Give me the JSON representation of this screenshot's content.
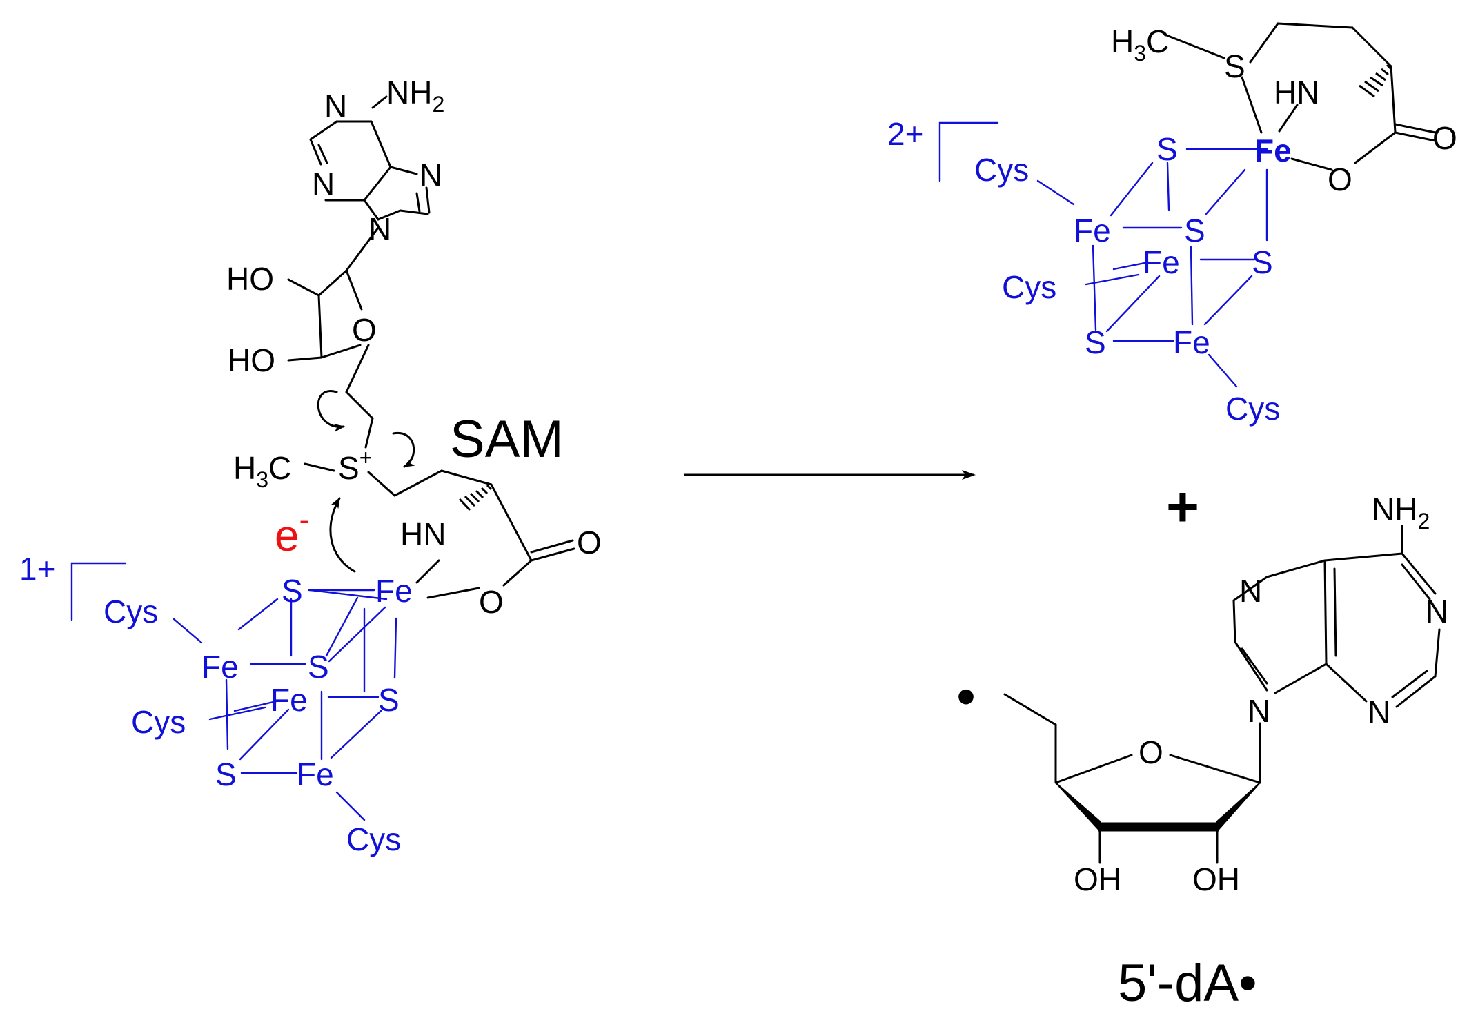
{
  "colors": {
    "black": "#000000",
    "cluster_blue": "#1010d8",
    "electron_red": "#ee1111",
    "background": "#ffffff"
  },
  "sam": {
    "label": "SAM",
    "nh2": "NH",
    "nh2_sub": "2",
    "n_top": "N",
    "n_left": "N",
    "n_right": "N",
    "n_9": "N",
    "ho_1": "HO",
    "ho_2": "HO",
    "o_ring": "O",
    "h3c_h": "H",
    "h3c_3": "3",
    "h3c_c": "C",
    "s": "S",
    "s_charge": "+",
    "hn": "HN",
    "o_carbonyl": "O",
    "o_ester": "O"
  },
  "electron": {
    "e": "e",
    "minus": "-"
  },
  "cluster_left": {
    "charge": "1+",
    "fe_top": "Fe",
    "fe_left": "Fe",
    "fe_back": "Fe",
    "fe_bottom": "Fe",
    "s_top": "S",
    "s_center": "S",
    "s_right": "S",
    "s_bottom": "S",
    "cys_1": "Cys",
    "cys_2": "Cys",
    "cys_3": "Cys"
  },
  "cluster_right": {
    "charge": "2+",
    "fe_top": "Fe",
    "fe_left": "Fe",
    "fe_back": "Fe",
    "fe_bottom": "Fe",
    "s_top": "S",
    "s_center": "S",
    "s_right": "S",
    "s_bottom": "S",
    "cys_1": "Cys",
    "cys_2": "Cys",
    "cys_3": "Cys"
  },
  "methionine": {
    "h3c_h": "H",
    "h3c_3": "3",
    "h3c_c": "C",
    "s": "S",
    "hn": "HN",
    "o_carbonyl": "O",
    "o_ester": "O"
  },
  "plus": "+",
  "dA": {
    "label": "5'-dA",
    "radical": "•",
    "nh2": "NH",
    "nh2_sub": "2",
    "n7": "N",
    "n1": "N",
    "n3": "N",
    "n9": "N",
    "o_ring": "O",
    "oh_left": "OH",
    "oh_right": "OH"
  }
}
